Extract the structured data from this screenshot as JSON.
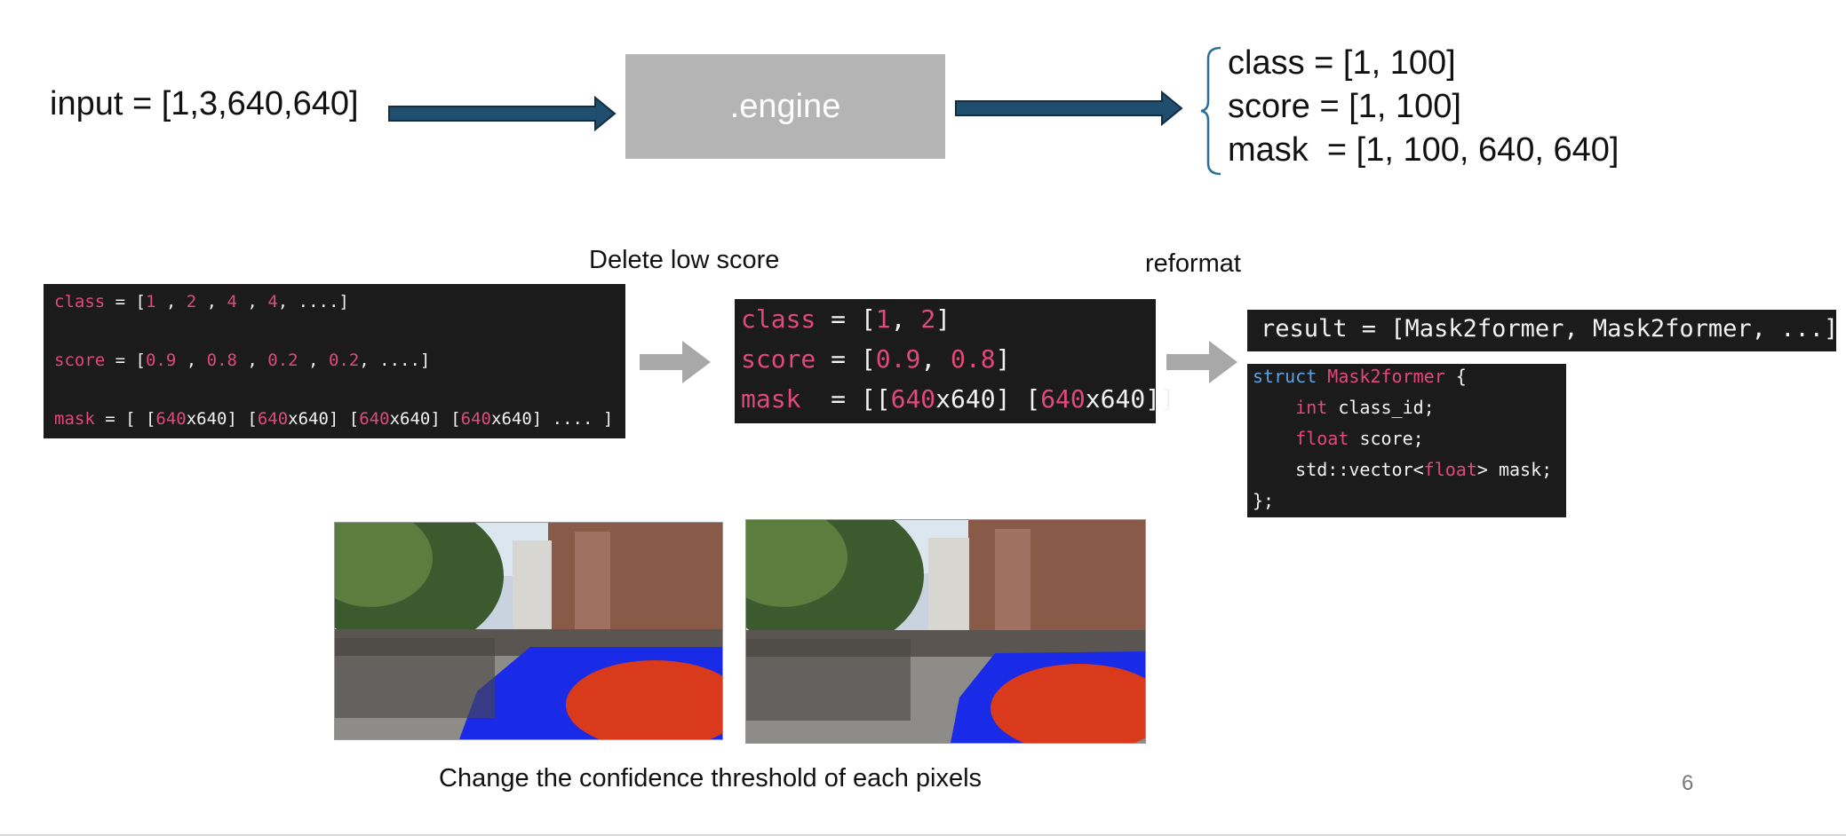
{
  "top_row": {
    "input_label": "input = [1,3,640,640]",
    "engine_label": ".engine",
    "outputs": [
      "class = [1, 100]",
      "score = [1, 100]",
      "mask  = [1, 100, 640, 640]"
    ]
  },
  "steps": {
    "delete_label": "Delete low score",
    "reformat_label": "reformat"
  },
  "box1": {
    "class": {
      "name": "class",
      "vals": [
        "1",
        "2",
        "4",
        "4"
      ],
      "tail": "...."
    },
    "score": {
      "name": "score",
      "vals": [
        "0.9",
        "0.8",
        "0.2",
        "0.2"
      ],
      "tail": "...."
    },
    "mask": {
      "name": "mask",
      "num": "640",
      "rest": "x640",
      "tail": "...."
    }
  },
  "box2": {
    "class": {
      "name": "class",
      "vals": [
        "1",
        "2"
      ]
    },
    "score": {
      "name": "score",
      "vals": [
        "0.9",
        "0.8"
      ]
    },
    "mask": {
      "name": "mask",
      "num": "640",
      "rest": "x640"
    }
  },
  "result_text": "result = [Mask2former, Mask2former, ...]",
  "struct": {
    "kw": "struct",
    "name": "Mask2former",
    "f1_type": "int",
    "f1_name": "class_id;",
    "f2_type": "float",
    "f2_name": "score;",
    "f3_pre": "std::vector<",
    "f3_type": "float",
    "f3_post": "> mask;",
    "close": "};"
  },
  "caption": "Change the confidence threshold of each pixels",
  "page_number": "6"
}
